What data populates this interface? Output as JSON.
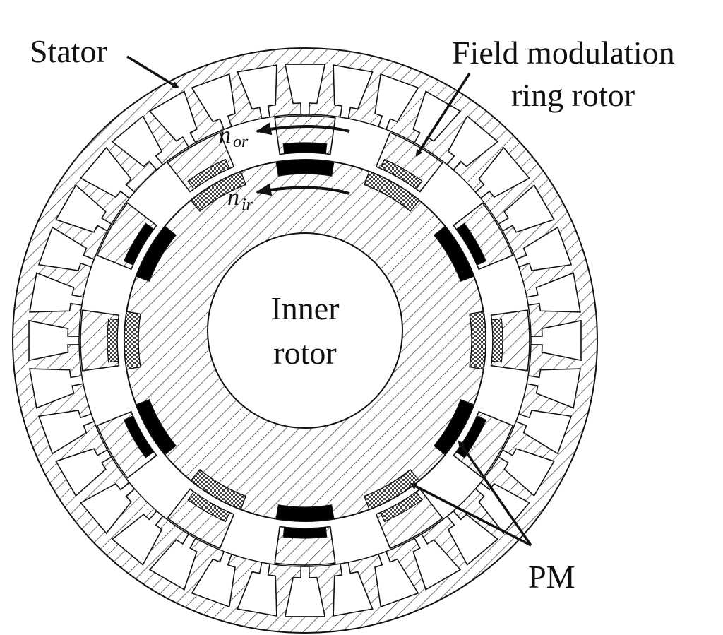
{
  "labels": {
    "stator": "Stator",
    "field_modulation_line1": "Field modulation",
    "field_modulation_line2": "ring rotor",
    "inner_rotor_line1": "Inner",
    "inner_rotor_line2": "rotor",
    "pm": "PM",
    "speed_outer_symbol": "n",
    "speed_outer_sub": "or",
    "speed_inner_symbol": "n",
    "speed_inner_sub": "ir"
  },
  "counts": {
    "stator_slots": 36,
    "modulation_segments": 12,
    "inner_rotor_magnets": 12
  },
  "colors": {
    "line": "#111111",
    "hatch": "#333333",
    "magnet_black": "#000000",
    "magnet_checker": "#555555",
    "background": "#ffffff"
  }
}
